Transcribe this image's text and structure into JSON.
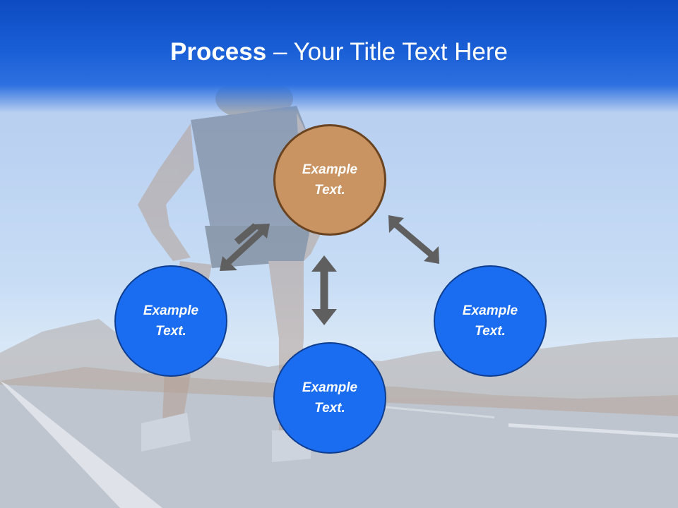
{
  "title": {
    "bold": "Process",
    "rest": " – Your Title Text Here"
  },
  "nodes": {
    "top": "Example Text.",
    "left": "Example Text.",
    "bottom": "Example Text.",
    "right": "Example Text."
  },
  "colors": {
    "header": "#1a5fd6",
    "node_blue": "#1a6cf0",
    "node_orange": "#c99461",
    "arrow": "#5f5f5f"
  }
}
